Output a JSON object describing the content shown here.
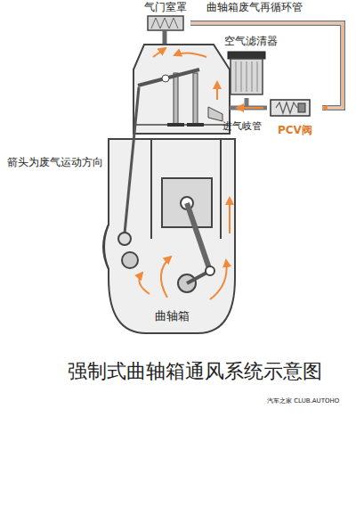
{
  "diagram": {
    "caption": "强制式曲轴箱通风系统示意图",
    "nodes": [
      {
        "text": [
          "气门室罩"
        ]
      },
      {
        "text": [
          "空气滤清器"
        ]
      },
      {
        "text": [
          "PCV阀"
        ]
      },
      {
        "text": [
          "曲轴箱"
        ]
      }
    ],
    "edges": [
      {
        "from": 0,
        "to": 2,
        "label": "曲轴箱废气再循环管",
        "arrow": "to"
      }
    ],
    "labels": [
      "进气岐管",
      "箭头为废气运动方向",
      "汽车之家 CLUB.AUTOHO"
    ]
  }
}
